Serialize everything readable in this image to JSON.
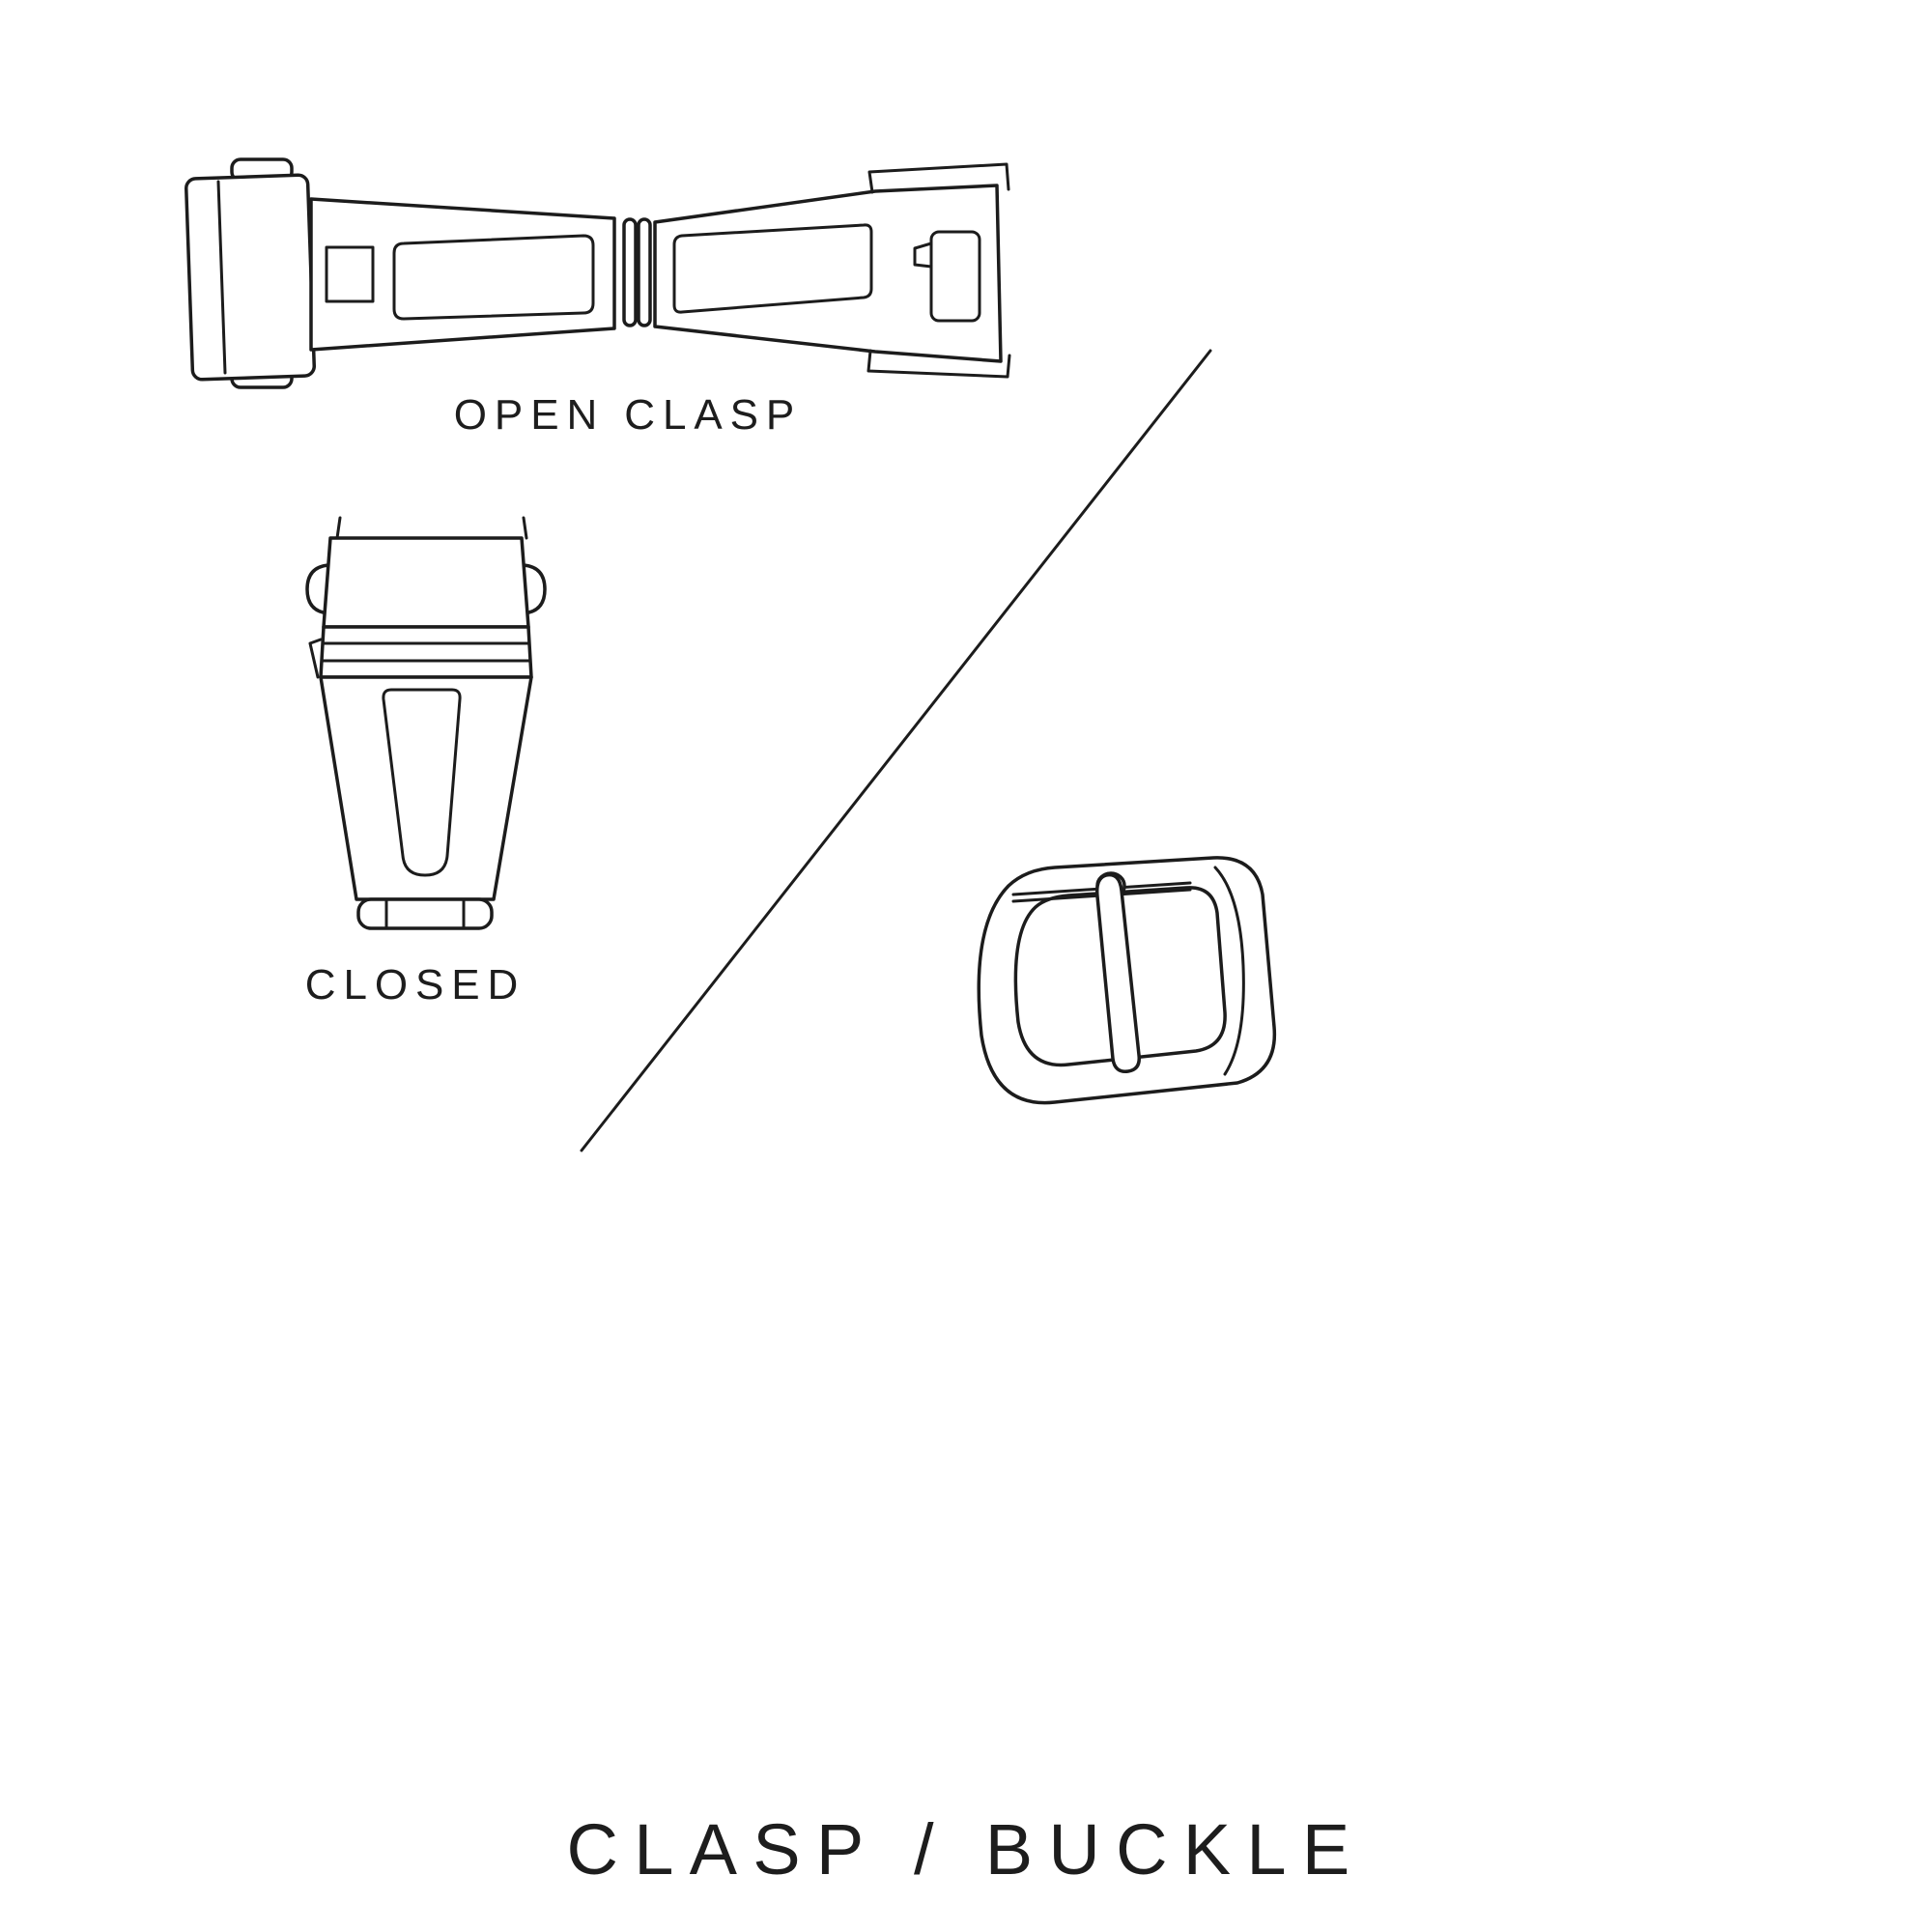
{
  "page": {
    "background": "#ffffff",
    "line_color": "#1c1c1c",
    "text_color": "#1d1d1d"
  },
  "title": "CLASP / BUCKLE",
  "illustrations": {
    "open_clasp": {
      "label": "OPEN CLASP"
    },
    "closed_clasp": {
      "label": "CLOSED"
    },
    "buckle": {
      "label": ""
    }
  }
}
